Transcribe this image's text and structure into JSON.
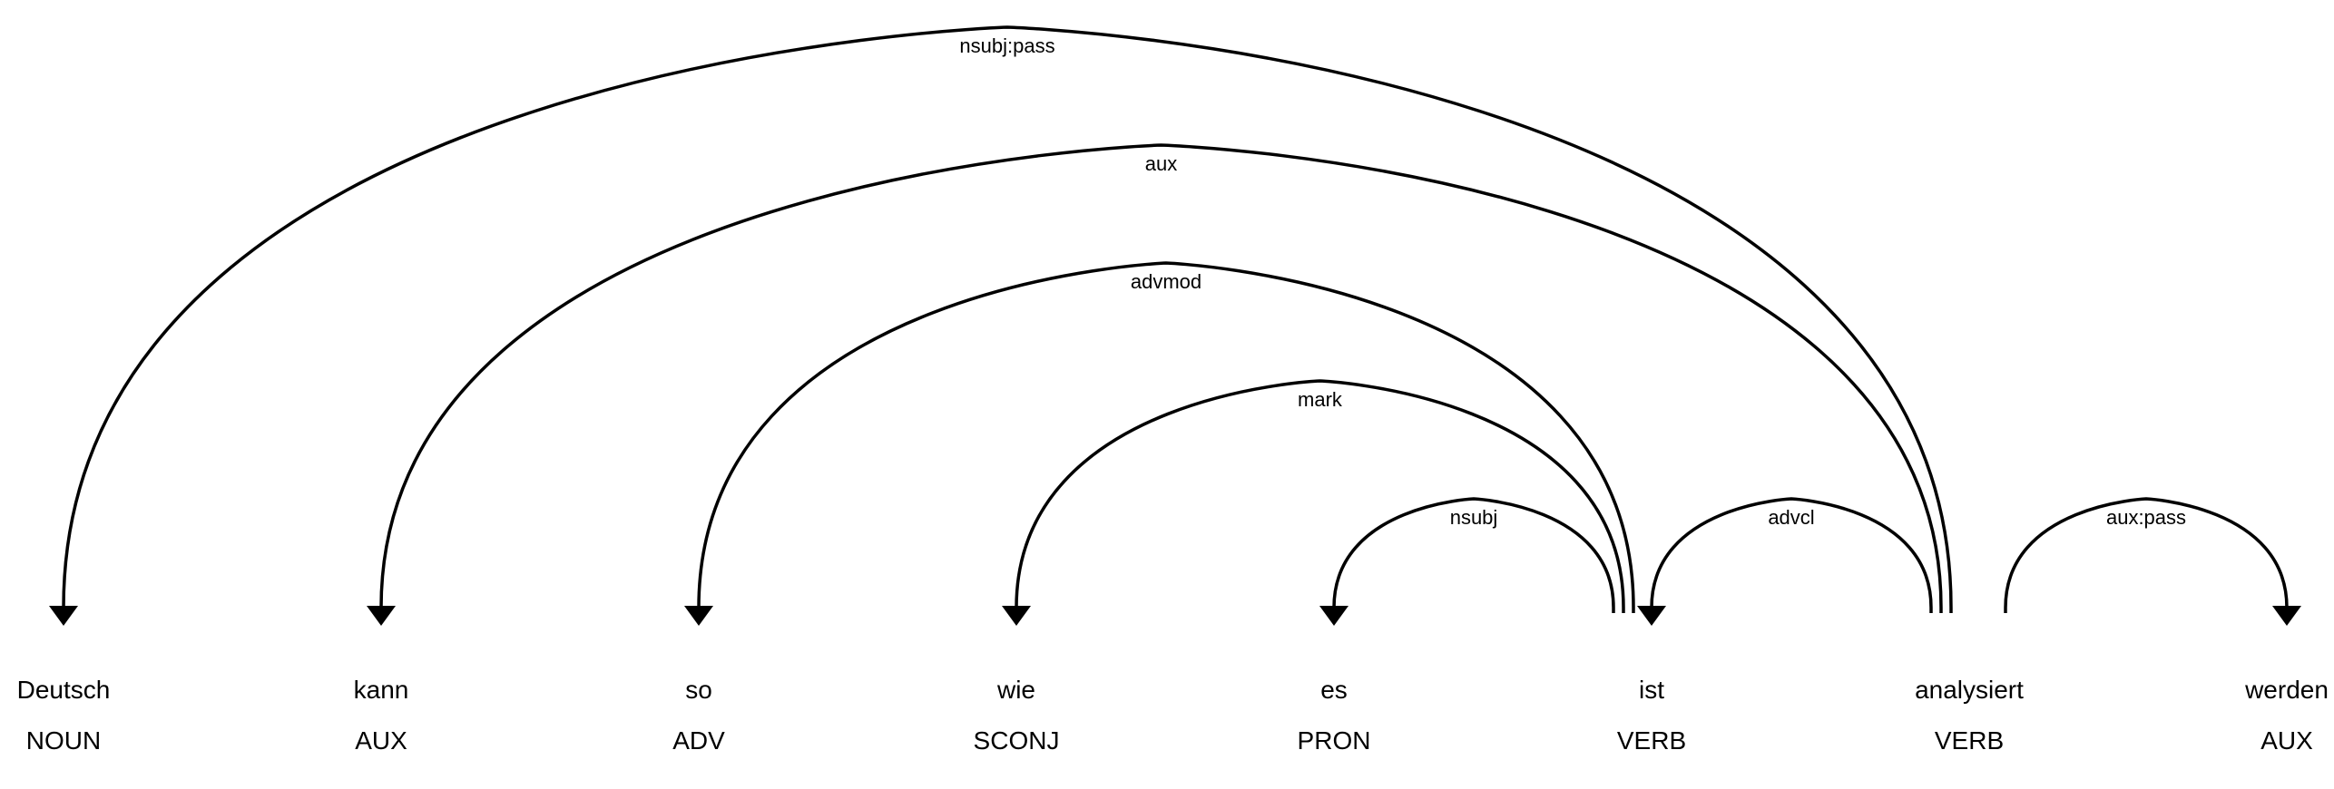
{
  "tokens": [
    {
      "word": "Deutsch",
      "tag": "NOUN"
    },
    {
      "word": "kann",
      "tag": "AUX"
    },
    {
      "word": "so",
      "tag": "ADV"
    },
    {
      "word": "wie",
      "tag": "SCONJ"
    },
    {
      "word": "es",
      "tag": "PRON"
    },
    {
      "word": "ist",
      "tag": "VERB"
    },
    {
      "word": "analysiert",
      "tag": "VERB"
    },
    {
      "word": "werden",
      "tag": "AUX"
    }
  ],
  "arcs": [
    {
      "label": "nsubj:pass",
      "head": 6,
      "dependent": 0
    },
    {
      "label": "aux",
      "head": 6,
      "dependent": 1
    },
    {
      "label": "advmod",
      "head": 5,
      "dependent": 2
    },
    {
      "label": "mark",
      "head": 5,
      "dependent": 3
    },
    {
      "label": "nsubj",
      "head": 5,
      "dependent": 4
    },
    {
      "label": "advcl",
      "head": 6,
      "dependent": 5
    },
    {
      "label": "aux:pass",
      "head": 6,
      "dependent": 7
    }
  ],
  "colors": {
    "line": "#000000",
    "text": "#000000",
    "background": "#ffffff"
  }
}
